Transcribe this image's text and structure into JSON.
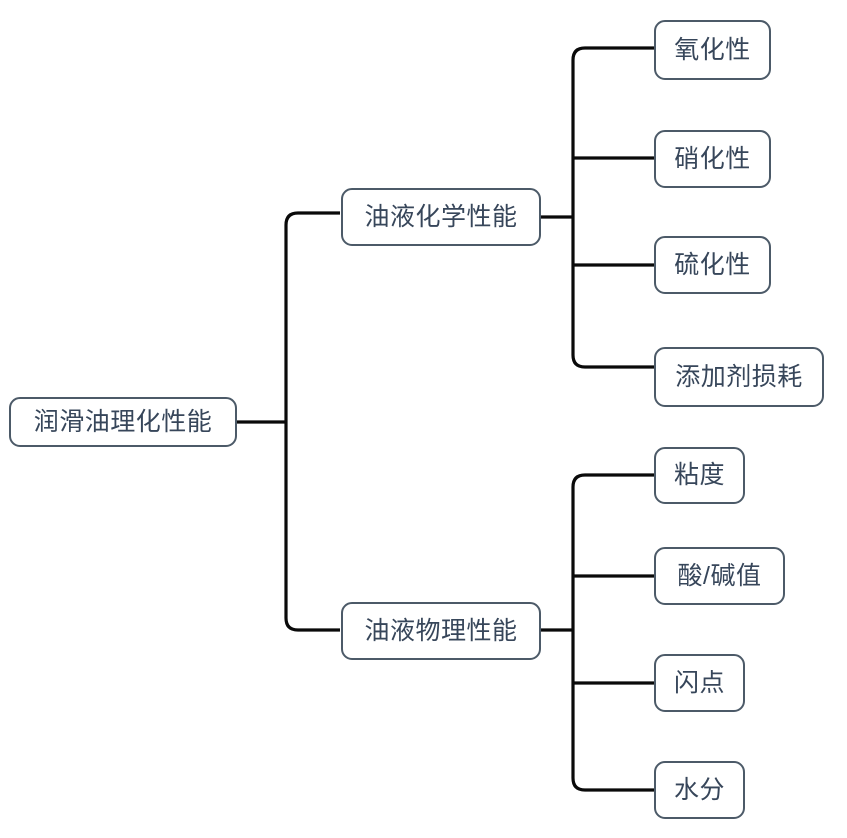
{
  "diagram": {
    "type": "tree-mindmap",
    "orientation": "left-to-right",
    "title": "润滑油理化性能",
    "colors": {
      "node_border": "#4c5a68",
      "node_fill": "#ffffff",
      "text": "#37465a",
      "connector": "#0a0a0a",
      "background": "#ffffff"
    },
    "root": {
      "label": "润滑油理化性能"
    },
    "branches": [
      {
        "label": "油液化学性能",
        "children": [
          {
            "label": "氧化性"
          },
          {
            "label": "硝化性"
          },
          {
            "label": "硫化性"
          },
          {
            "label": "添加剂损耗"
          }
        ]
      },
      {
        "label": "油液物理性能",
        "children": [
          {
            "label": "粘度"
          },
          {
            "label": "酸/碱值"
          },
          {
            "label": "闪点"
          },
          {
            "label": "水分"
          }
        ]
      }
    ]
  }
}
